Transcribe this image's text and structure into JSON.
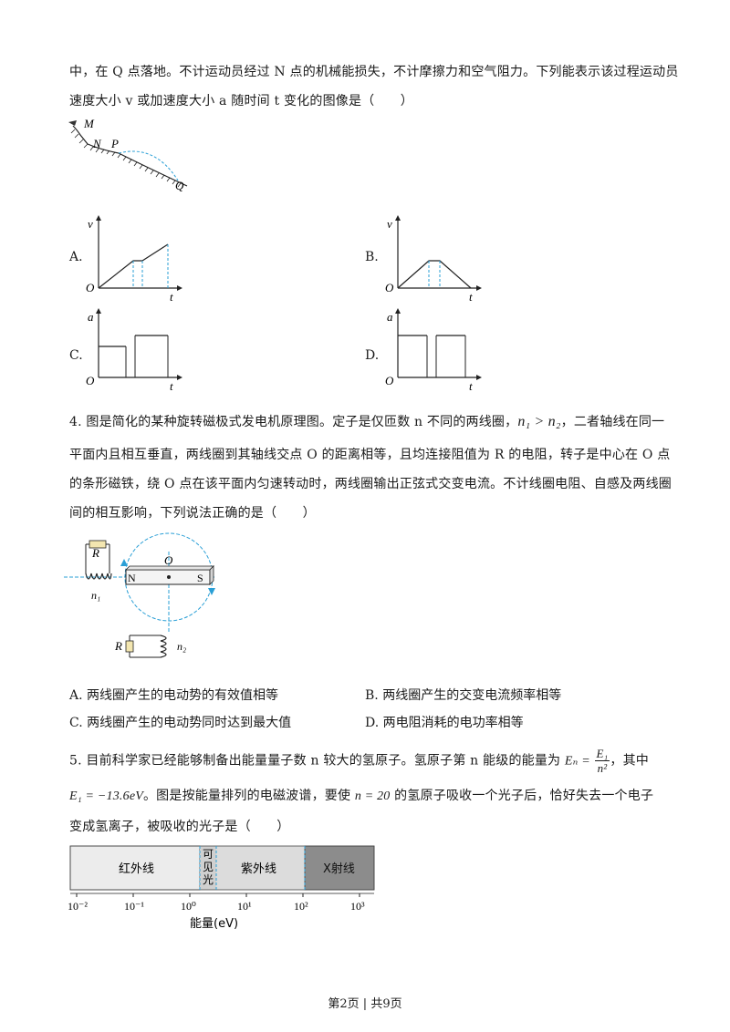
{
  "q3": {
    "line1": "中，在 Q 点落地。不计运动员经过 N 点的机械能损失，不计摩擦力和空气阻力。下列能表示该过程运动员",
    "line2": "速度大小 v 或加速度大小 a 随时间 t 变化的图像是（　　）",
    "slope_labels": {
      "M": "M",
      "N": "N",
      "P": "P",
      "Q": "Q"
    },
    "options": [
      {
        "label": "A.",
        "y_axis": "v",
        "origin": "O",
        "x_axis": "t"
      },
      {
        "label": "B.",
        "y_axis": "v",
        "origin": "O",
        "x_axis": "t"
      },
      {
        "label": "C.",
        "y_axis": "a",
        "origin": "O",
        "x_axis": "t"
      },
      {
        "label": "D.",
        "y_axis": "a",
        "origin": "O",
        "x_axis": "t"
      }
    ]
  },
  "q4": {
    "line1a": "4. 图是简化的某种旋转磁极式发电机原理图。定子是仅匝数 n 不同的两线圈，",
    "ineq": "n₁ > n₂",
    "line1b": "，二者轴线在同一",
    "line2": "平面内且相互垂直，两线圈到其轴线交点 O 的距离相等，且均连接阻值为 R 的电阻，转子是中心在 O 点",
    "line3": "的条形磁铁，绕 O 点在该平面内匀速转动时，两线圈输出正弦式交变电流。不计线圈电阻、自感及两线圈",
    "line4": "间的相互影响，下列说法正确的是（　　）",
    "figure": {
      "R1": "R",
      "n1": "n₁",
      "O": "O",
      "N": "N",
      "S": "S",
      "R2": "R",
      "n2": "n₂"
    },
    "options": [
      "A. 两线圈产生的电动势的有效值相等",
      "B. 两线圈产生的交变电流频率相等",
      "C. 两线圈产生的电动势同时达到最大值",
      "D. 两电阻消耗的电功率相等"
    ]
  },
  "q5": {
    "line1a": "5. 目前科学家已经能够制备出能量量子数 n 较大的氢原子。氢原子第 n 能级的能量为 ",
    "En": "Eₙ =",
    "frac_num": "E₁",
    "frac_den": "n²",
    "line1b": "，其中",
    "line2a": "E₁ = −13.6eV",
    "line2b": "。图是按能量排列的电磁波谱，要使 ",
    "line2c": "n = 20",
    "line2d": " 的氢原子吸收一个光子后，恰好失去一个电子",
    "line3": "变成氢离子，被吸收的光子是（　　）",
    "spectrum": {
      "bands": [
        "红外线",
        "可见光",
        "紫外线",
        "X射线"
      ],
      "ticks": [
        "10⁻²",
        "10⁻¹",
        "10⁰",
        "10¹",
        "10²",
        "10³"
      ],
      "axis_label": "能量(eV)",
      "colors": {
        "infrared": "#ececec",
        "visible": "#d0d0d0",
        "uv": "#dcdcdc",
        "xray": "#8c8c8c",
        "dash": "#2a9fd6"
      }
    }
  },
  "footer": "第2页 | 共9页"
}
